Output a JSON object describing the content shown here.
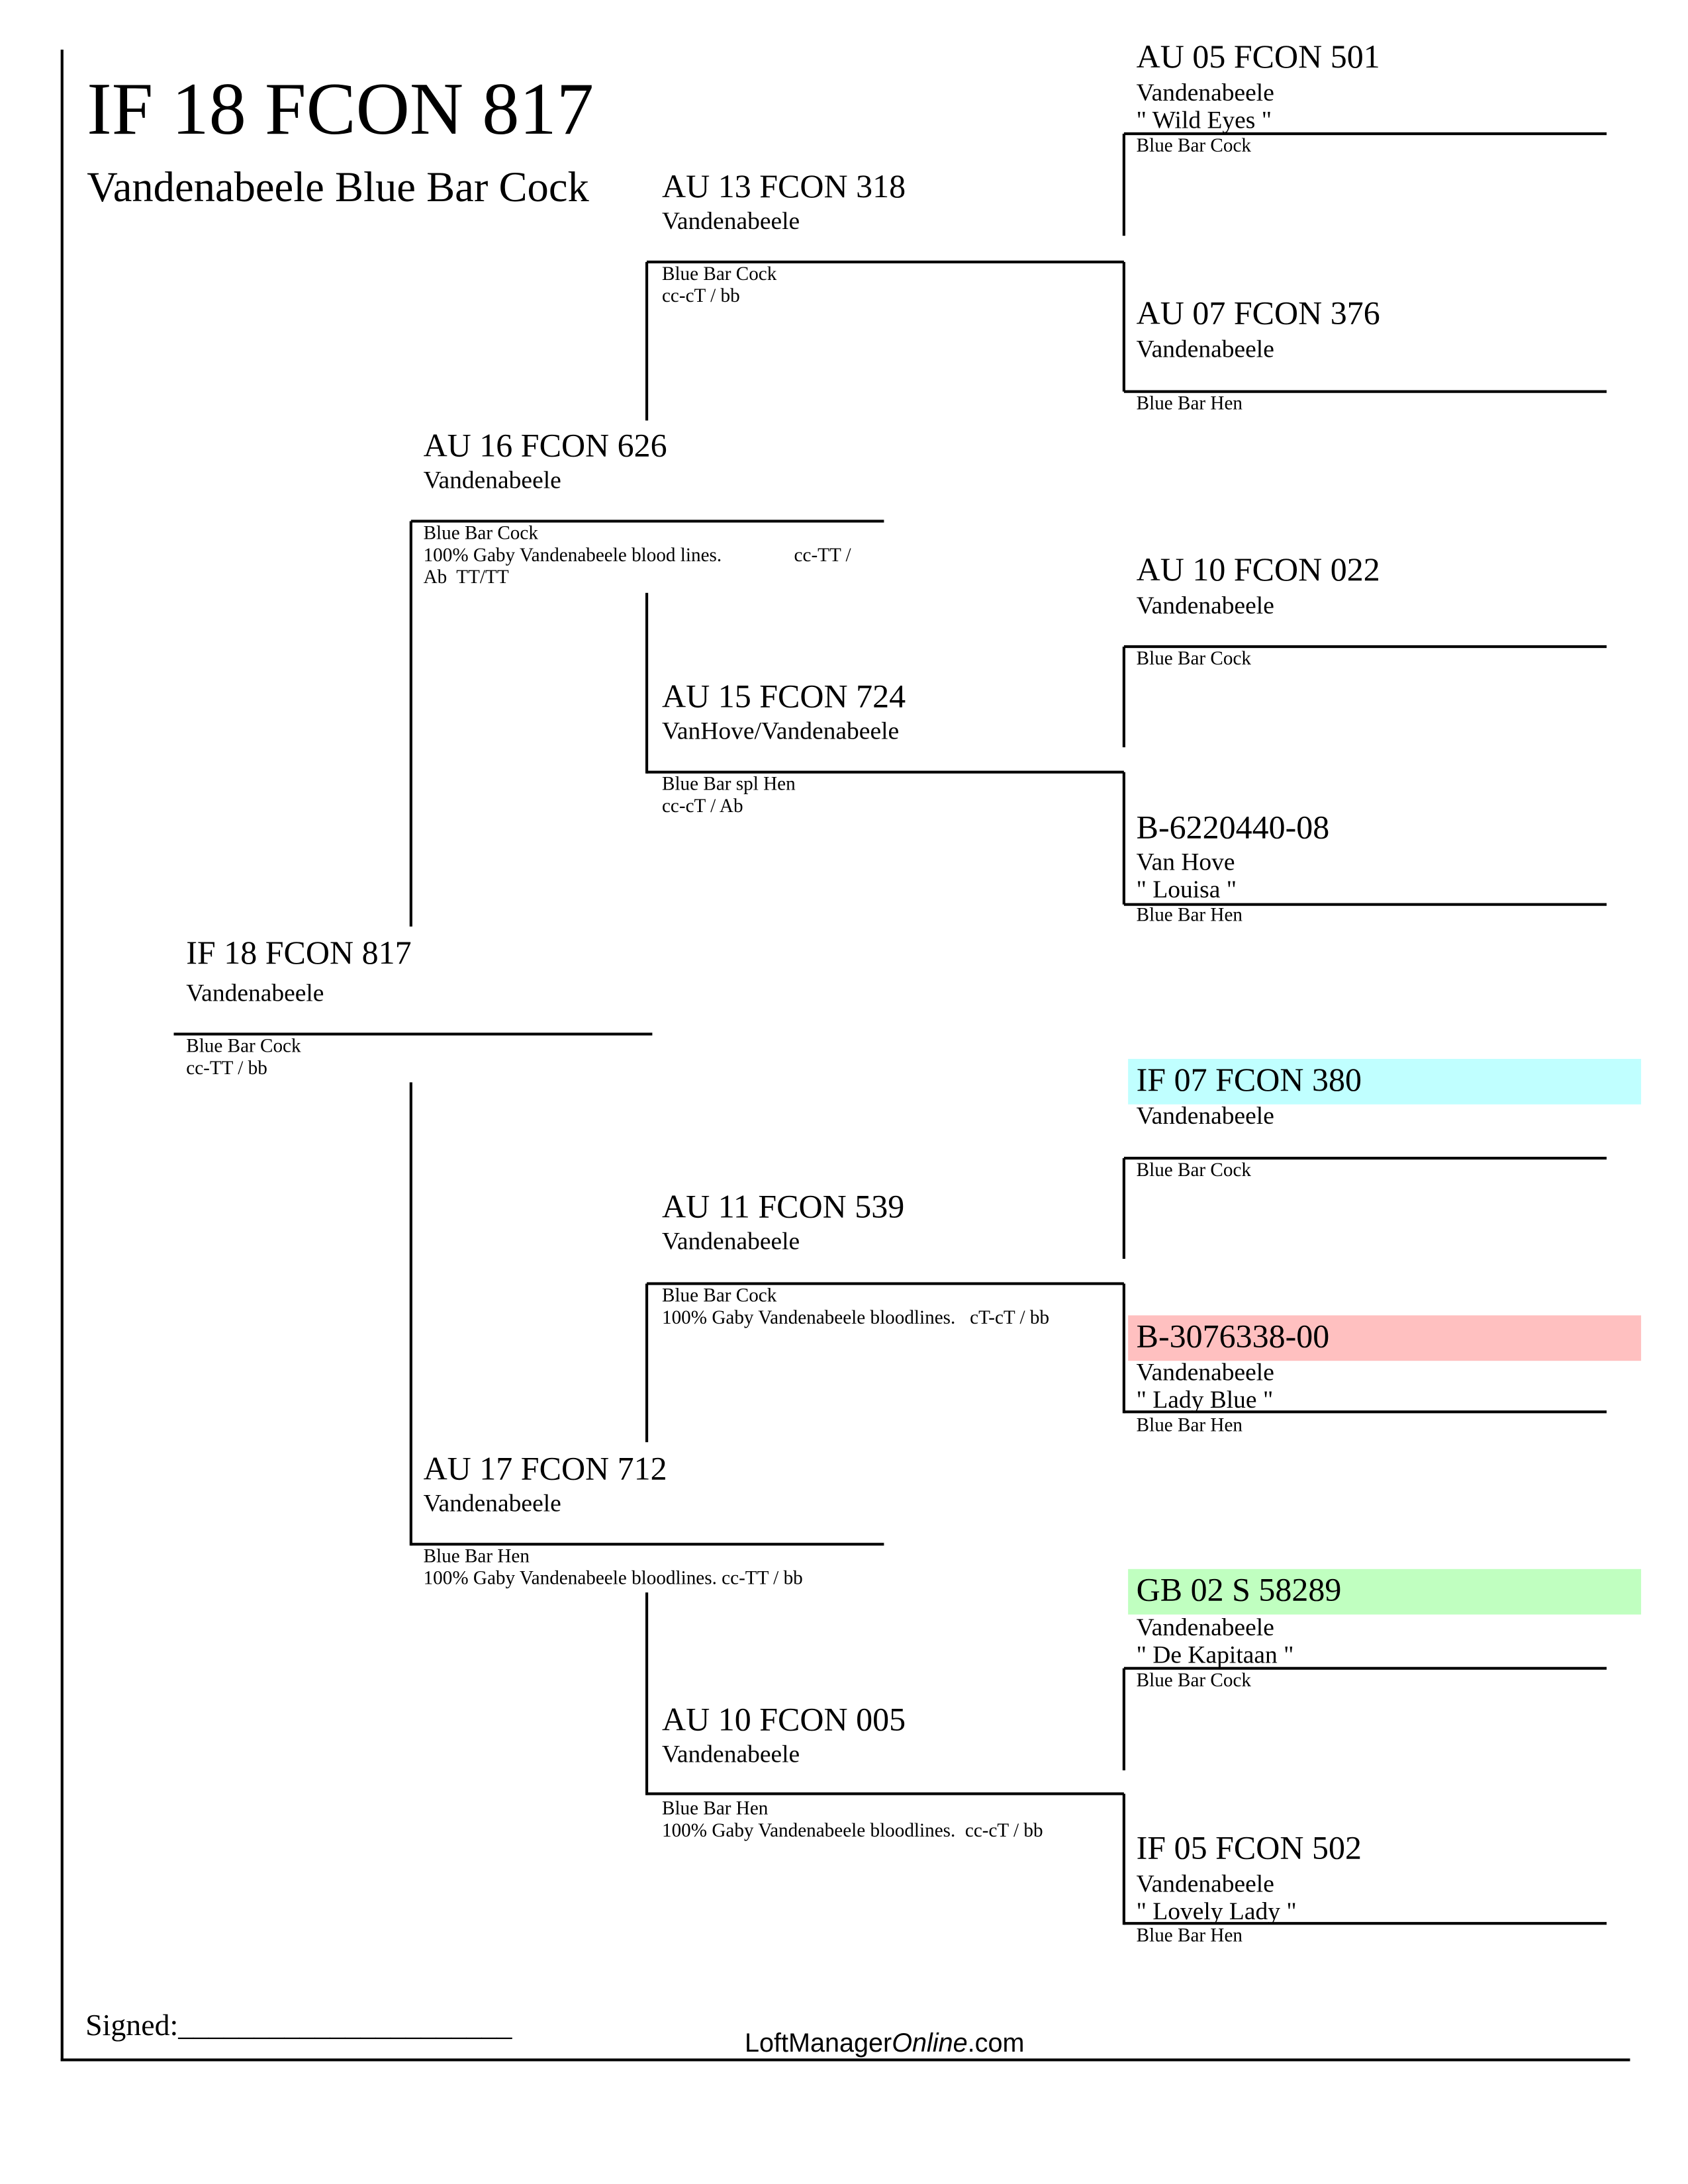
{
  "header": {
    "title": "IF 18 FCON 817",
    "subtitle": "Vandenabeele Blue Bar Cock"
  },
  "subject": {
    "ring": "IF 18 FCON 817",
    "breed": "Vandenabeele",
    "notes": [
      "Blue Bar Cock",
      "cc-TT / bb"
    ]
  },
  "sire": {
    "ring": "AU 16 FCON 626",
    "breed": "Vandenabeele",
    "notes": [
      "Blue Bar Cock",
      "100% Gaby Vandenabeele blood lines.               cc-TT /",
      "Ab  TT/TT"
    ]
  },
  "dam": {
    "ring": "AU 17 FCON 712",
    "breed": "Vandenabeele",
    "notes": [
      "Blue Bar Hen",
      "100% Gaby Vandenabeele bloodlines. cc-TT / bb"
    ]
  },
  "gen2": [
    {
      "ring": "AU 13 FCON 318",
      "breed": "Vandenabeele",
      "notes": [
        "Blue Bar Cock",
        "cc-cT / bb"
      ]
    },
    {
      "ring": "AU 15 FCON 724",
      "breed": "VanHove/Vandenabeele",
      "notes": [
        "Blue Bar spl Hen",
        "cc-cT / Ab"
      ]
    },
    {
      "ring": "AU 11 FCON 539",
      "breed": "Vandenabeele",
      "notes": [
        "Blue Bar Cock",
        "100% Gaby Vandenabeele bloodlines.   cT-cT / bb"
      ]
    },
    {
      "ring": "AU 10 FCON 005",
      "breed": "Vandenabeele",
      "notes": [
        "Blue Bar Hen",
        "100% Gaby Vandenabeele bloodlines.  cc-cT / bb"
      ]
    }
  ],
  "gen3": [
    {
      "ring": "AU 05 FCON 501",
      "breed": "Vandenabeele",
      "name": "\" Wild Eyes \"",
      "notes": "Blue Bar Cock"
    },
    {
      "ring": "AU 07 FCON 376",
      "breed": "Vandenabeele",
      "notes": "Blue Bar Hen"
    },
    {
      "ring": "AU 10 FCON 022",
      "breed": "Vandenabeele",
      "notes": "Blue Bar Cock"
    },
    {
      "ring": "B-6220440-08",
      "breed": "Van Hove",
      "name": "\" Louisa \"",
      "notes": "Blue Bar Hen"
    },
    {
      "ring": "IF 07 FCON 380",
      "breed": "Vandenabeele",
      "notes": "Blue Bar Cock",
      "highlight": "#c0ffff"
    },
    {
      "ring": "B-3076338-00",
      "breed": "Vandenabeele",
      "name": "\" Lady Blue \"",
      "notes": "Blue Bar Hen",
      "highlight": "#ffc0c0"
    },
    {
      "ring": "GB 02 S 58289",
      "breed": "Vandenabeele",
      "name": "\" De Kapitaan \"",
      "notes": "Blue Bar Cock",
      "highlight": "#c0ffc0"
    },
    {
      "ring": "IF 05 FCON 502",
      "breed": "Vandenabeele",
      "name": "\" Lovely Lady \"",
      "notes": "Blue Bar Hen"
    }
  ],
  "footer": {
    "signed": "Signed:______________________",
    "brand_a": "LoftManager",
    "brand_b": "Online",
    "brand_c": ".com"
  }
}
